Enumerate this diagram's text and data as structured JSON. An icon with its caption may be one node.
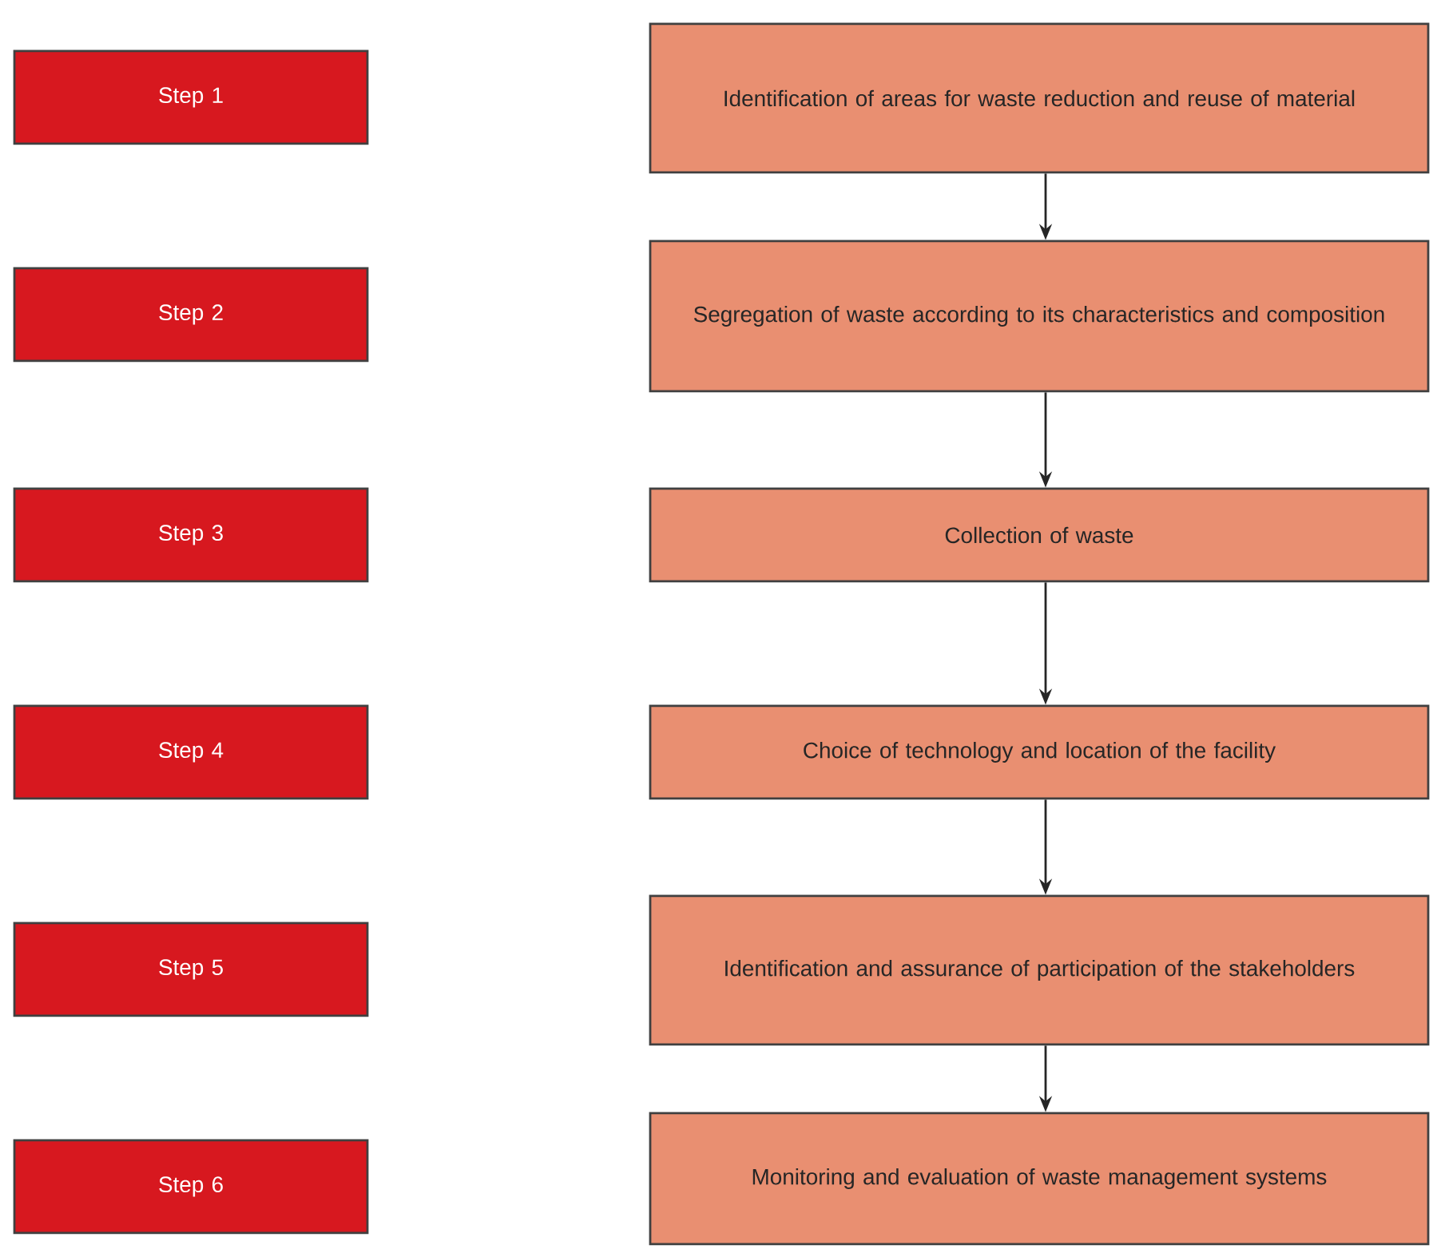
{
  "diagram": {
    "nodes": [
      {
        "text": [
          "Step 1"
        ]
      },
      {
        "text": [
          "Identification of areas for waste reduction and reuse of material"
        ]
      },
      {
        "text": [
          "Step 2"
        ]
      },
      {
        "text": [
          "Segregation of waste according to its characteristics and composition"
        ]
      },
      {
        "text": [
          "Step 3"
        ]
      },
      {
        "text": [
          "Collection of waste"
        ]
      },
      {
        "text": [
          "Step 4"
        ]
      },
      {
        "text": [
          "Choice of technology and location of the facility"
        ]
      },
      {
        "text": [
          "Step 5"
        ]
      },
      {
        "text": [
          "Identification and assurance of participation of the stakeholders"
        ]
      },
      {
        "text": [
          "Step 6"
        ]
      },
      {
        "text": [
          "Monitoring and evaluation of waste management systems"
        ]
      }
    ],
    "edges": [
      {
        "from": 1,
        "to": 3,
        "arrow": "to"
      },
      {
        "from": 3,
        "to": 5,
        "arrow": "to"
      },
      {
        "from": 5,
        "to": 7,
        "arrow": "to"
      },
      {
        "from": 7,
        "to": 9,
        "arrow": "to"
      },
      {
        "from": 9,
        "to": 11,
        "arrow": "to"
      }
    ]
  }
}
